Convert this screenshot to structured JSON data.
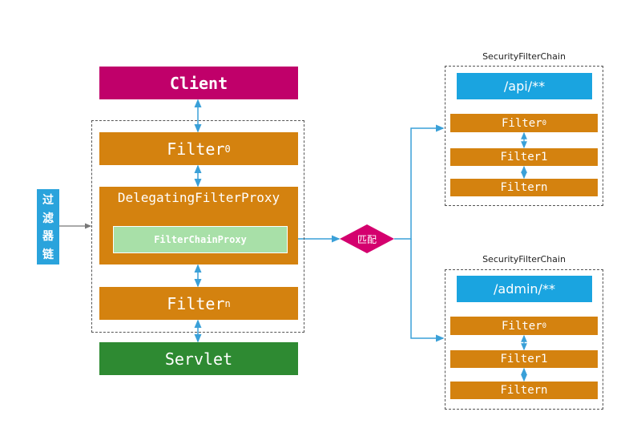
{
  "left_stack": {
    "client": "Client",
    "filter0": {
      "base": "Filter",
      "sub": "0"
    },
    "delegating": "DelegatingFilterProxy",
    "filter_chain_proxy": "FilterChainProxy",
    "filtern": {
      "base": "Filter",
      "sub": "n"
    },
    "servlet": "Servlet"
  },
  "side_label": [
    "过",
    "滤",
    "器",
    "链"
  ],
  "match_label": "匹配",
  "chains": [
    {
      "title": "SecurityFilterChain",
      "pattern": "/api/**",
      "filters": [
        {
          "base": "Filter",
          "sub": "0"
        },
        {
          "base": "Filter1",
          "sub": ""
        },
        {
          "base": "Filtern",
          "sub": ""
        }
      ]
    },
    {
      "title": "SecurityFilterChain",
      "pattern": "/admin/**",
      "filters": [
        {
          "base": "Filter",
          "sub": "0"
        },
        {
          "base": "Filter1",
          "sub": ""
        },
        {
          "base": "Filtern",
          "sub": ""
        }
      ]
    }
  ],
  "colors": {
    "client": "#c0006a",
    "filter": "#d4820f",
    "servlet": "#2e8a32",
    "proxy": "#a8e0a8",
    "side_label": "#2aa3dc",
    "match": "#d4006e",
    "pattern": "#1aa4e0",
    "arrow": "#3aa0d8"
  }
}
